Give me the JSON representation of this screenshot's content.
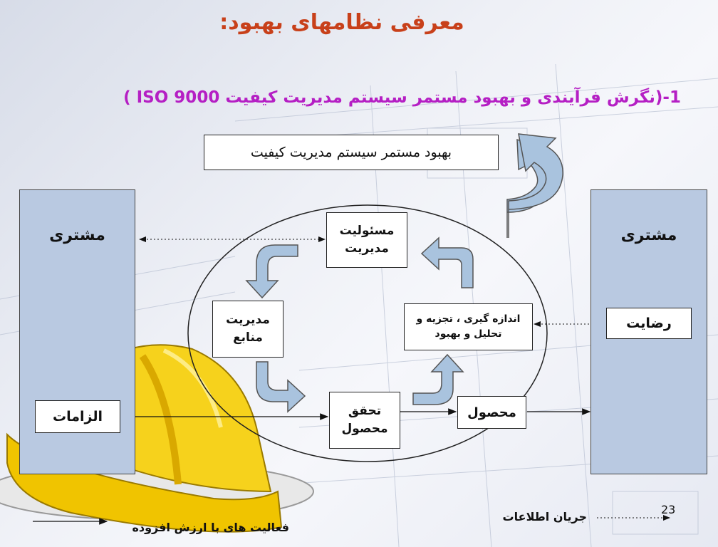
{
  "title": "معرفی نظامهای بهبود:",
  "subtitle": "1-(نگرش فرآیندی و بهبود مستمر سیستم مدیریت کیفیت  ISO 9000 )",
  "improvement_box": "بهبود مستمر سیستم مدیریت کیفیت",
  "left_panel": {
    "label": "مشتری",
    "box": "الزامات"
  },
  "right_panel": {
    "label": "مشتری",
    "box": "رضایت"
  },
  "cycle": {
    "management": "مسئولیت مدیریت",
    "resources": "مدیریت منابع",
    "realization": "تحقق محصول",
    "measurement": "اندازه گیری ، تجزیه و تحلیل و بهبود"
  },
  "product": "محصول",
  "legend": {
    "value_added": "فعالیت های با ارزش افزوده",
    "information_flow": "جریان اطلاعات"
  },
  "page_number": "23",
  "colors": {
    "title": "#c8401a",
    "subtitle": "#b51fc4",
    "panel": "#b9c9e1",
    "arrow": "#a9c3de"
  }
}
